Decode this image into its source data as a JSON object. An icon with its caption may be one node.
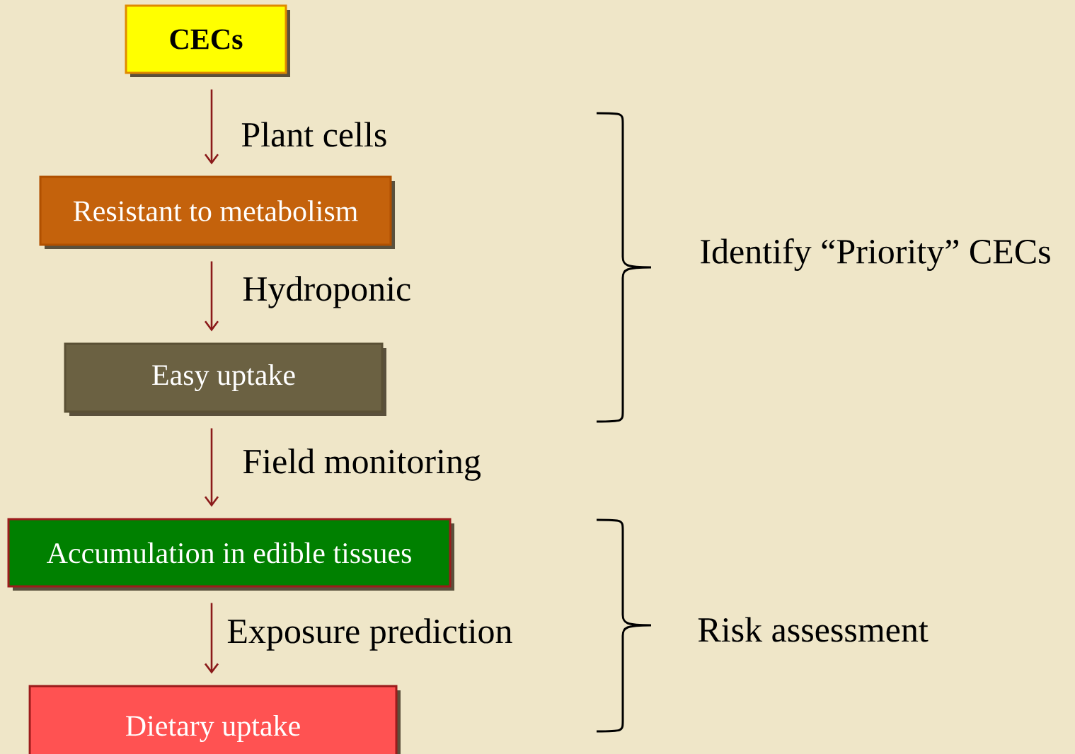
{
  "diagram": {
    "nodes": [
      {
        "text": [
          "CECs"
        ]
      },
      {
        "text": [
          "Resistant to metabolism"
        ]
      },
      {
        "text": [
          "Easy uptake"
        ]
      },
      {
        "text": [
          "Accumulation in edible tissues"
        ]
      },
      {
        "text": [
          "Dietary uptake"
        ]
      }
    ],
    "edges": [
      {
        "from": 0,
        "to": 1,
        "arrow": "to",
        "label": "Plant cells"
      },
      {
        "from": 1,
        "to": 2,
        "arrow": "to",
        "label": "Hydroponic"
      },
      {
        "from": 2,
        "to": 3,
        "arrow": "to",
        "label": "Field monitoring"
      },
      {
        "from": 3,
        "to": 4,
        "arrow": "to",
        "label": "Exposure prediction"
      }
    ],
    "labels": [
      "Identify “Priority” CECs",
      "Risk assessment"
    ]
  }
}
